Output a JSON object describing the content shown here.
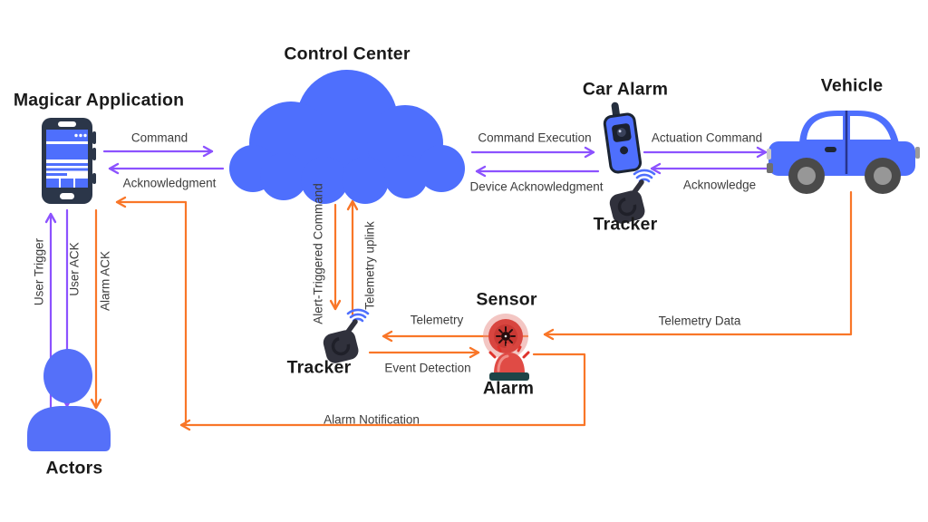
{
  "background": "#ffffff",
  "colors": {
    "node_blue": "#4e6ffd",
    "person_blue": "#5570f9",
    "arrow_purple": "#8c52ff",
    "arrow_orange": "#f97628",
    "device_dark": "#2b3649",
    "alarm_red": "#d8453f",
    "title_text": "#1a1a1a",
    "label_text": "#3c3c3c"
  },
  "nodes": {
    "magicar": {
      "label": "Magicar Application",
      "icon": "smartphone-icon"
    },
    "control_center": {
      "label": "Control Center",
      "icon": "cloud-icon"
    },
    "car_alarm": {
      "label": "Car Alarm",
      "icon": "remote-icon"
    },
    "vehicle": {
      "label": "Vehicle",
      "icon": "car-icon"
    },
    "tracker_top": {
      "label": "Tracker",
      "icon": "tracker-device-icon"
    },
    "tracker_mid": {
      "label": "Tracker",
      "icon": "tracker-device-icon"
    },
    "sensor": {
      "label": "Sensor",
      "icon": "sensor-icon"
    },
    "alarm": {
      "label": "Alarm",
      "icon": "siren-icon"
    },
    "actors": {
      "label": "Actors",
      "icon": "person-icon"
    }
  },
  "edges": {
    "command": {
      "label": "Command",
      "from": "magicar",
      "to": "control_center",
      "color": "#8c52ff"
    },
    "acknowledgment": {
      "label": "Acknowledgment",
      "from": "control_center",
      "to": "magicar",
      "color": "#8c52ff"
    },
    "command_execution": {
      "label": "Command Execution",
      "from": "control_center",
      "to": "car_alarm",
      "color": "#8c52ff"
    },
    "device_acknowledgment": {
      "label": "Device Acknowledgment",
      "from": "car_alarm",
      "to": "control_center",
      "color": "#8c52ff"
    },
    "actuation_command": {
      "label": "Actuation Command",
      "from": "car_alarm",
      "to": "vehicle",
      "color": "#8c52ff"
    },
    "acknowledge": {
      "label": "Acknowledge",
      "from": "vehicle",
      "to": "car_alarm",
      "color": "#8c52ff"
    },
    "user_trigger": {
      "label": "User Trigger",
      "from": "actors",
      "to": "magicar",
      "color": "#8c52ff"
    },
    "user_ack": {
      "label": "User ACK",
      "from": "magicar",
      "to": "actors",
      "color": "#8c52ff"
    },
    "alarm_ack": {
      "label": "Alarm ACK",
      "from": "magicar",
      "to": "actors",
      "color": "#f97628"
    },
    "alert_triggered_command": {
      "label": "Alert-Triggered Command",
      "from": "control_center",
      "to": "tracker_mid",
      "color": "#f97628"
    },
    "telemetry_uplink": {
      "label": "Telemetry uplink",
      "from": "tracker_mid",
      "to": "control_center",
      "color": "#f97628"
    },
    "telemetry": {
      "label": "Telemetry",
      "from": "sensor",
      "to": "tracker_mid",
      "color": "#f97628"
    },
    "event_detection": {
      "label": "Event Detection",
      "from": "tracker_mid",
      "to": "alarm",
      "color": "#f97628"
    },
    "telemetry_data": {
      "label": "Telemetry Data",
      "from": "vehicle",
      "to": "sensor",
      "color": "#f97628"
    },
    "alarm_notification": {
      "label": "Alarm Notification",
      "from": "alarm",
      "to": "magicar",
      "color": "#f97628"
    }
  }
}
